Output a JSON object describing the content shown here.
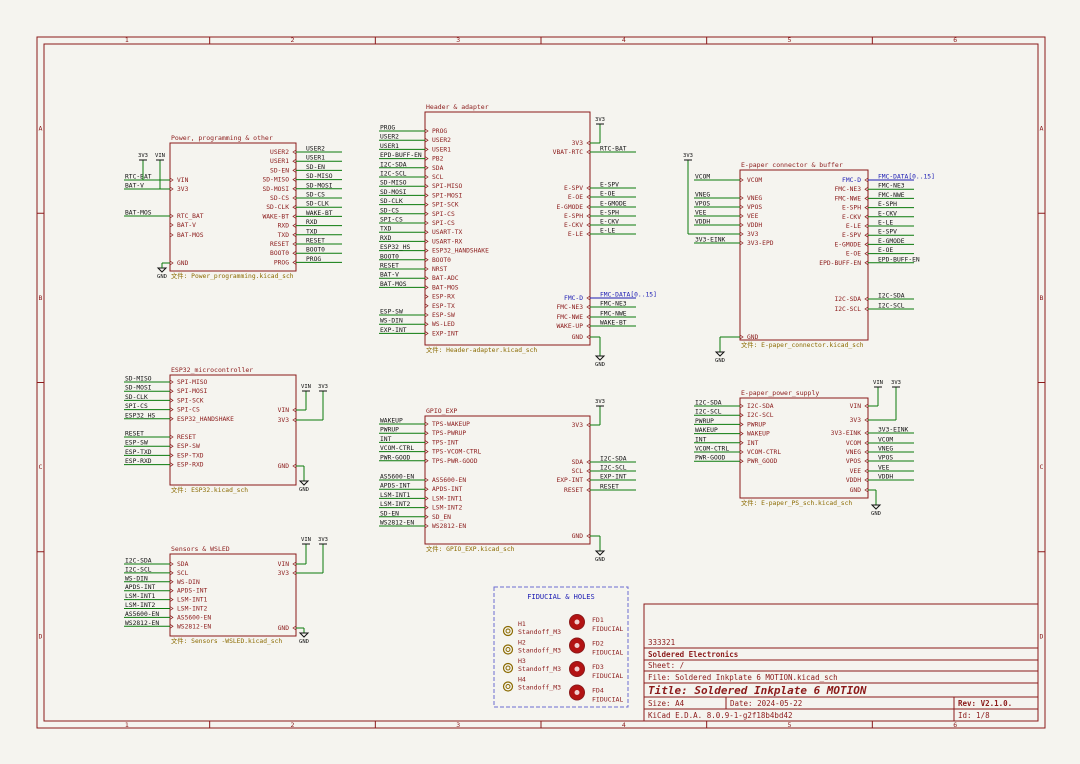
{
  "zones": {
    "top": [
      "1",
      "2",
      "3",
      "4",
      "5",
      "6"
    ],
    "side": [
      "A",
      "B",
      "C",
      "D"
    ]
  },
  "blocks": {
    "power": {
      "title": "Power, programming & other",
      "file": "文件: Power_programming.kicad_sch",
      "left_pins": [
        "VIN",
        "3V3",
        "RTC_BAT",
        "BAT-V",
        "BAT-MOS",
        "GND"
      ],
      "right_pins": [
        "USER2",
        "USER1",
        "SD-EN",
        "SD-MISO",
        "SD-MOSI",
        "SD-CS",
        "SD-CLK",
        "WAKE-BT",
        "RXD",
        "TXD",
        "RESET",
        "BOOT0",
        "PROG"
      ],
      "right_labels": [
        "USER2",
        "USER1",
        "SD-EN",
        "SD-MISO",
        "SD-MOSI",
        "SD-CS",
        "SD-CLK",
        "WAKE-BT",
        "RXD",
        "TXD",
        "RESET",
        "BOOT0",
        "PROG"
      ],
      "left_labels": [
        "RTC-BAT",
        "BAT-V",
        "BAT-MOS"
      ]
    },
    "header": {
      "title": "Header & adapter",
      "file": "文件: Header-adapter.kicad_sch",
      "left_pins": [
        "PROG",
        "USER2",
        "USER1",
        "PB2",
        "SDA",
        "SCL",
        "SPI-MISO",
        "SPI-MOSI",
        "SPI-SCK",
        "SPI-CS",
        "SPI-CS",
        "USART-TX",
        "USART-RX",
        "ESP32_HANDSHAKE",
        "BOOT0",
        "NRST",
        "BAT-ADC",
        "BAT-MOS",
        "ESP-RX",
        "ESP-TX",
        "ESP-SW",
        "WS-LED",
        "EXP-INT"
      ],
      "left_labels": [
        "PROG",
        "USER2",
        "USER1",
        "EPD-BUFF-EN",
        "I2C-SDA",
        "I2C-SCL",
        "SD-MISO",
        "SD-MOSI",
        "SD-CLK",
        "SD-CS",
        "SPI-CS",
        "TXD",
        "RXD",
        "ESP32_HS",
        "BOOT0",
        "RESET",
        "BAT-V",
        "BAT-MOS",
        "",
        "",
        "ESP-SW",
        "WS-DIN",
        "EXP-INT"
      ],
      "right_pins": [
        "3V3",
        "VBAT-RTC",
        "E-SPV",
        "E-OE",
        "E-GMODE",
        "E-SPH",
        "E-CKV",
        "E-LE",
        "FMC-D",
        "FMC-NE3",
        "FMC-NWE",
        "WAKE-UP",
        "GND"
      ],
      "right_labels": [
        "",
        "RTC-BAT",
        "E-SPV",
        "E-OE",
        "E-GMODE",
        "E-SPH",
        "E-CKV",
        "E-LE",
        "FMC-DATA[0..15]",
        "FMC-NE3",
        "FMC-NWE",
        "WAKE-BT",
        ""
      ]
    },
    "epaper": {
      "title": "E-paper connector & buffer",
      "file": "文件: E-paper_connector.kicad_sch",
      "left_pins": [
        "VCOM",
        "VNEG",
        "VPOS",
        "VEE",
        "VDDH",
        "3V3",
        "3V3-EPD",
        "GND"
      ],
      "left_labels": [
        "VCOM",
        "VNEG",
        "VPOS",
        "VEE",
        "VDDH",
        "",
        "3V3-EINK",
        ""
      ],
      "right_pins": [
        "FMC-D",
        "FMC-NE3",
        "FMC-NWE",
        "E-SPH",
        "E-CKV",
        "E-LE",
        "E-SPV",
        "E-GMODE",
        "E-OE",
        "EPD-BUFF-EN",
        "I2C-SDA",
        "I2C-SCL"
      ],
      "right_labels": [
        "FMC-DATA[0..15]",
        "FMC-NE3",
        "FMC-NWE",
        "E-SPH",
        "E-CKV",
        "E-LE",
        "E-SPV",
        "E-GMODE",
        "E-OE",
        "EPD-BUFF-EN",
        "I2C-SDA",
        "I2C-SCL"
      ]
    },
    "esp32": {
      "title": "ESP32_microcontroller",
      "file": "文件: ESP32.kicad_sch",
      "left_pins": [
        "SPI-MISO",
        "SPI-MOSI",
        "SPI-SCK",
        "SPI-CS",
        "ESP32_HANDSHAKE",
        "RESET",
        "ESP-SW",
        "ESP-TXD",
        "ESP-RXD"
      ],
      "left_labels": [
        "SD-MISO",
        "SD-MOSI",
        "SD-CLK",
        "SPI-CS",
        "ESP32_HS",
        "RESET",
        "ESP-SW",
        "ESP-TXD",
        "ESP-RXD"
      ],
      "right_pins": [
        "VIN",
        "3V3",
        "GND"
      ]
    },
    "gpio": {
      "title": "GPIO_EXP",
      "file": "文件: GPIO_EXP.kicad_sch",
      "left_pins": [
        "TPS-WAKEUP",
        "TPS-PWRUP",
        "TPS-INT",
        "TPS-VCOM-CTRL",
        "TPS-PWR-GOOD",
        "AS5600-EN",
        "APDS-INT",
        "LSM-INT1",
        "LSM-INT2",
        "SD_EN",
        "WS2812-EN"
      ],
      "left_labels": [
        "WAKEUP",
        "PWRUP",
        "INT",
        "VCOM-CTRL",
        "PWR-GOOD",
        "AS5600-EN",
        "APDS-INT",
        "LSM-INT1",
        "LSM-INT2",
        "SD-EN",
        "WS2812-EN"
      ],
      "right_pins": [
        "3V3",
        "SDA",
        "SCL",
        "EXP-INT",
        "RESET",
        "GND"
      ],
      "right_labels": [
        "",
        "I2C-SDA",
        "I2C-SCL",
        "EXP-INT",
        "RESET",
        ""
      ]
    },
    "epps": {
      "title": "E-paper_power_supply",
      "file": "文件: E-paper_PS_sch.kicad_sch",
      "left_pins": [
        "I2C-SDA",
        "I2C-SCL",
        "PWRUP",
        "WAKEUP",
        "INT",
        "VCOM-CTRL",
        "PWR_GOOD"
      ],
      "left_labels": [
        "I2C-SDA",
        "I2C-SCL",
        "PWRUP",
        "WAKEUP",
        "INT",
        "VCOM-CTRL",
        "PWR-GOOD"
      ],
      "right_pins": [
        "VIN",
        "3V3",
        "3V3-EINK",
        "VCOM",
        "VNEG",
        "VPOS",
        "VEE",
        "VDDH",
        "GND"
      ],
      "right_labels": [
        "",
        "",
        "3V3-EINK",
        "VCOM",
        "VNEG",
        "VPOS",
        "VEE",
        "VDDH",
        ""
      ]
    },
    "sensors": {
      "title": "Sensors & WSLED",
      "file": "文件: Sensors -WSLED.kicad_sch",
      "left_pins": [
        "SDA",
        "SCL",
        "WS-DIN",
        "APDS-INT",
        "LSM-INT1",
        "LSM-INT2",
        "AS5600-EN",
        "WS2812-EN"
      ],
      "left_labels": [
        "I2C-SDA",
        "I2C-SCL",
        "WS-DIN",
        "APDS-INT",
        "LSM-INT1",
        "LSM-INT2",
        "AS5600-EN",
        "WS2812-EN"
      ],
      "right_pins": [
        "VIN",
        "3V3",
        "GND"
      ]
    }
  },
  "power_symbols": {
    "vin": "VIN",
    "v33": "3V3",
    "gnd": "GND"
  },
  "fiducial_box": {
    "title": "FIDUCIAL & HOLES",
    "holes": [
      {
        "ref": "H1",
        "val": "Standoff_M3"
      },
      {
        "ref": "H2",
        "val": "Standoff_M3"
      },
      {
        "ref": "H3",
        "val": "Standoff_M3"
      },
      {
        "ref": "H4",
        "val": "Standoff_M3"
      }
    ],
    "fiducials": [
      {
        "ref": "FD1",
        "val": "FIDUCIAL"
      },
      {
        "ref": "FD2",
        "val": "FIDUCIAL"
      },
      {
        "ref": "FD3",
        "val": "FIDUCIAL"
      },
      {
        "ref": "FD4",
        "val": "FIDUCIAL"
      }
    ]
  },
  "title_block": {
    "number": "333321",
    "company": "Soldered Electronics",
    "sheet": "Sheet: /",
    "file": "File: Soldered Inkplate 6 MOTION.kicad_sch",
    "title": "Title: Soldered Inkplate 6 MOTION",
    "size": "Size: A4",
    "date": "Date: 2024-05-22",
    "rev": "Rev: V2.1.0.",
    "kicad": "KiCad E.D.A. 8.0.9-1-g2f18b4bd42",
    "id": "Id: 1/8"
  },
  "colors": {
    "border": "#8b1a1a",
    "wire": "#0b7a0b",
    "bus": "#1a1ab3",
    "file": "#8b6a00",
    "fiducial_box": "#6b6bd1"
  }
}
